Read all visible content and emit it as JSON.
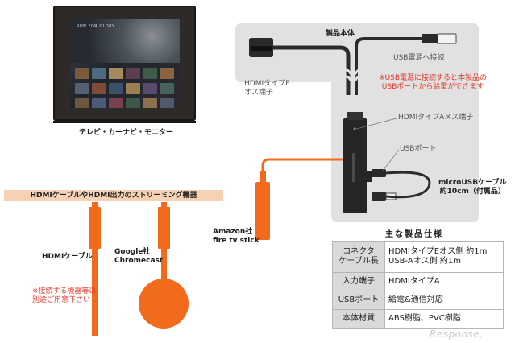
{
  "tv": {
    "label": "テレビ・カーナビ・モニター",
    "screen_title": "RUN FOR GLORY"
  },
  "product": {
    "title": "製品本体",
    "hdmi_e_label": "HDMIタイプE\nオス端子",
    "usb_power_label": "USB電源へ接続",
    "usb_note": "※USB電源に接続すると本製品の\nUSBポートから給電ができます",
    "hdmi_a_label": "HDMIタイプAメス端子",
    "usb_port_label": "USBポート",
    "micro_usb_label": "microUSBケーブル\n約10cm（付属品）"
  },
  "devices": {
    "banner": "HDMIケーブルやHDMI出力のストリーミング機器",
    "hdmi_cable": "HDMIケーブル",
    "chromecast": "Google社\nChromecast",
    "firetv": "Amazon社\nfire tv stick",
    "note": "※接続する機器等は\n別途ご用意下さい"
  },
  "spec": {
    "title": "主な製品仕様",
    "rows": [
      {
        "key": "コネクタ\nケーブル長",
        "value": "HDMIタイプEオス側 約1m\nUSB-Aオス側 約1m"
      },
      {
        "key": "入力端子",
        "value": "HDMIタイプA"
      },
      {
        "key": "USBポート",
        "value": "給電&通信対応"
      },
      {
        "key": "本体材質",
        "value": "ABS樹脂、PVC樹脂"
      }
    ]
  },
  "watermark": "Response.",
  "colors": {
    "accent_orange": "#f26a1b",
    "note_red": "#e8382b",
    "board_gray": "#e1e1e1",
    "banner_peach": "#f6d1b4"
  }
}
